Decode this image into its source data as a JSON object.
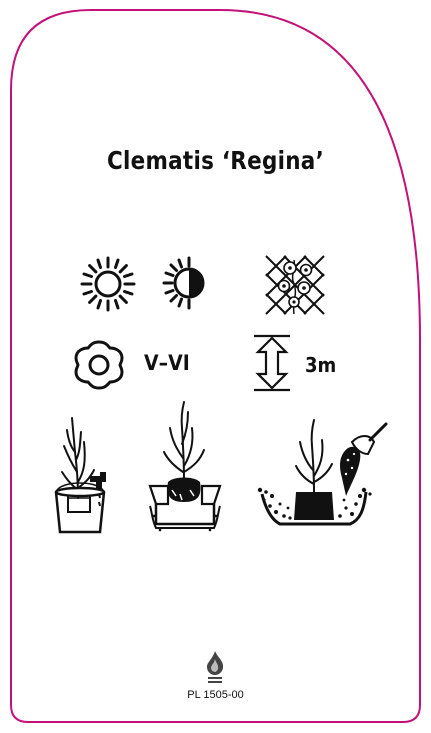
{
  "plant_name": "Clematis ‘Regina’",
  "flowering_months": "V–VI",
  "height": "3m",
  "catalog_code": "PL 1505-00",
  "icons": {
    "full_sun": "sun-icon",
    "partial_shade": "half-sun-icon",
    "support": "trellis-icon",
    "flowering": "flower-icon",
    "height": "height-arrow-icon",
    "step1": "soak-in-bucket-icon",
    "step2": "remove-pot-icon",
    "step3": "plant-and-fill-icon",
    "logo": "flame-logo-icon"
  },
  "colors": {
    "border": "#c2127a",
    "ink": "#111111"
  }
}
